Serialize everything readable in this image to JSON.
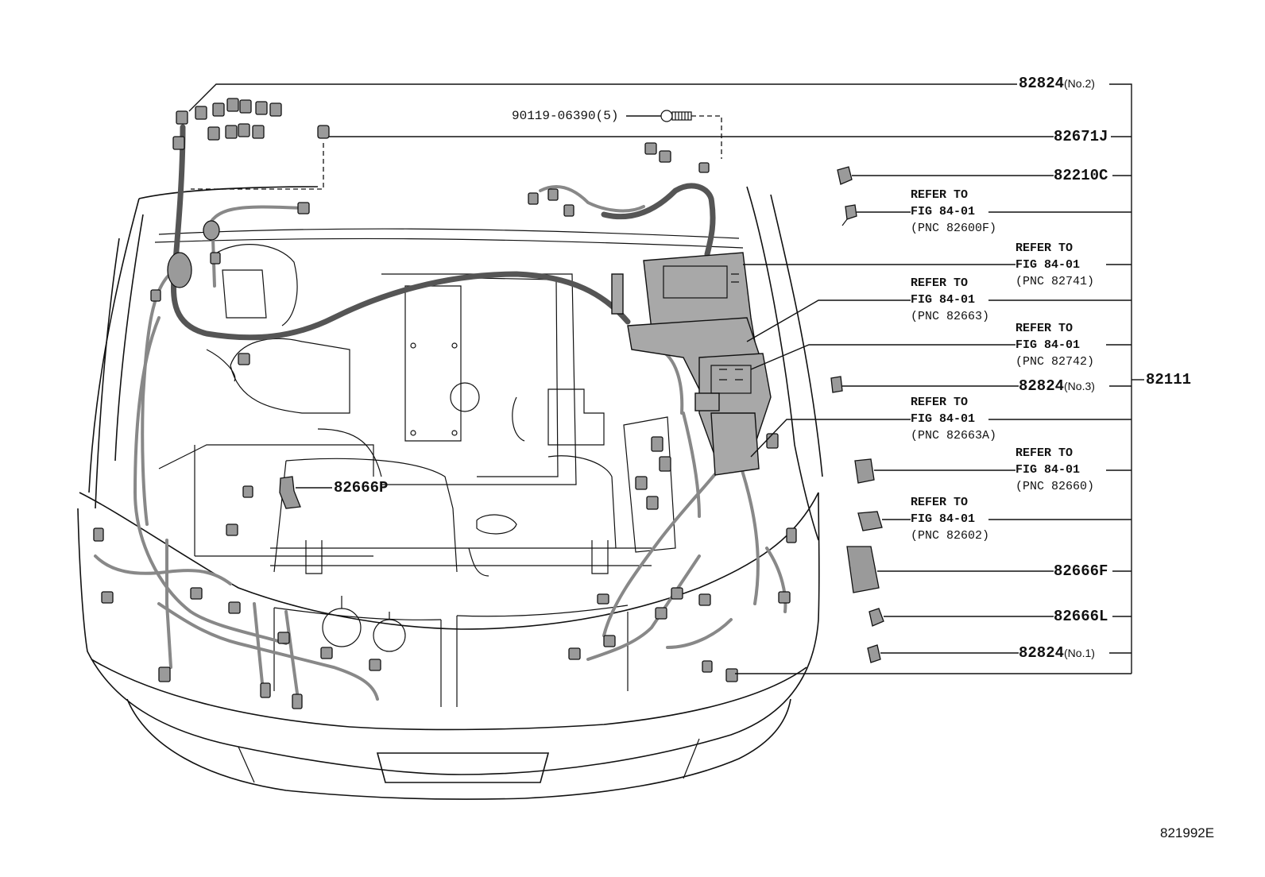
{
  "labels": {
    "p82824_no2": {
      "pn": "82824",
      "qual": "(No.2)"
    },
    "p82671j": {
      "pn": "82671J"
    },
    "bolt": {
      "text": "90119-06390(5)"
    },
    "p82210c": {
      "pn": "82210C"
    },
    "ref_82600f": {
      "l1": "REFER TO",
      "l2": "FIG 84-01",
      "l3": "(PNC 82600F)"
    },
    "ref_82741": {
      "l1": "REFER TO",
      "l2": "FIG 84-01",
      "l3": "(PNC 82741)"
    },
    "ref_82663": {
      "l1": "REFER TO",
      "l2": "FIG 84-01",
      "l3": "(PNC 82663)"
    },
    "ref_82742": {
      "l1": "REFER TO",
      "l2": "FIG 84-01",
      "l3": "(PNC 82742)"
    },
    "p82824_no3": {
      "pn": "82824",
      "qual": "(No.3)"
    },
    "p82111": {
      "pn": "82111"
    },
    "ref_82663a": {
      "l1": "REFER TO",
      "l2": "FIG 84-01",
      "l3": "(PNC 82663A)"
    },
    "ref_82660": {
      "l1": "REFER TO",
      "l2": "FIG 84-01",
      "l3": "(PNC 82660)"
    },
    "ref_82602": {
      "l1": "REFER TO",
      "l2": "FIG 84-01",
      "l3": "(PNC 82602)"
    },
    "p82666p": {
      "pn": "82666P"
    },
    "p82666f": {
      "pn": "82666F"
    },
    "p82666l": {
      "pn": "82666L"
    },
    "p82824_no1": {
      "pn": "82824",
      "qual": "(No.1)"
    },
    "drawing_code": {
      "text": "821992E"
    }
  }
}
